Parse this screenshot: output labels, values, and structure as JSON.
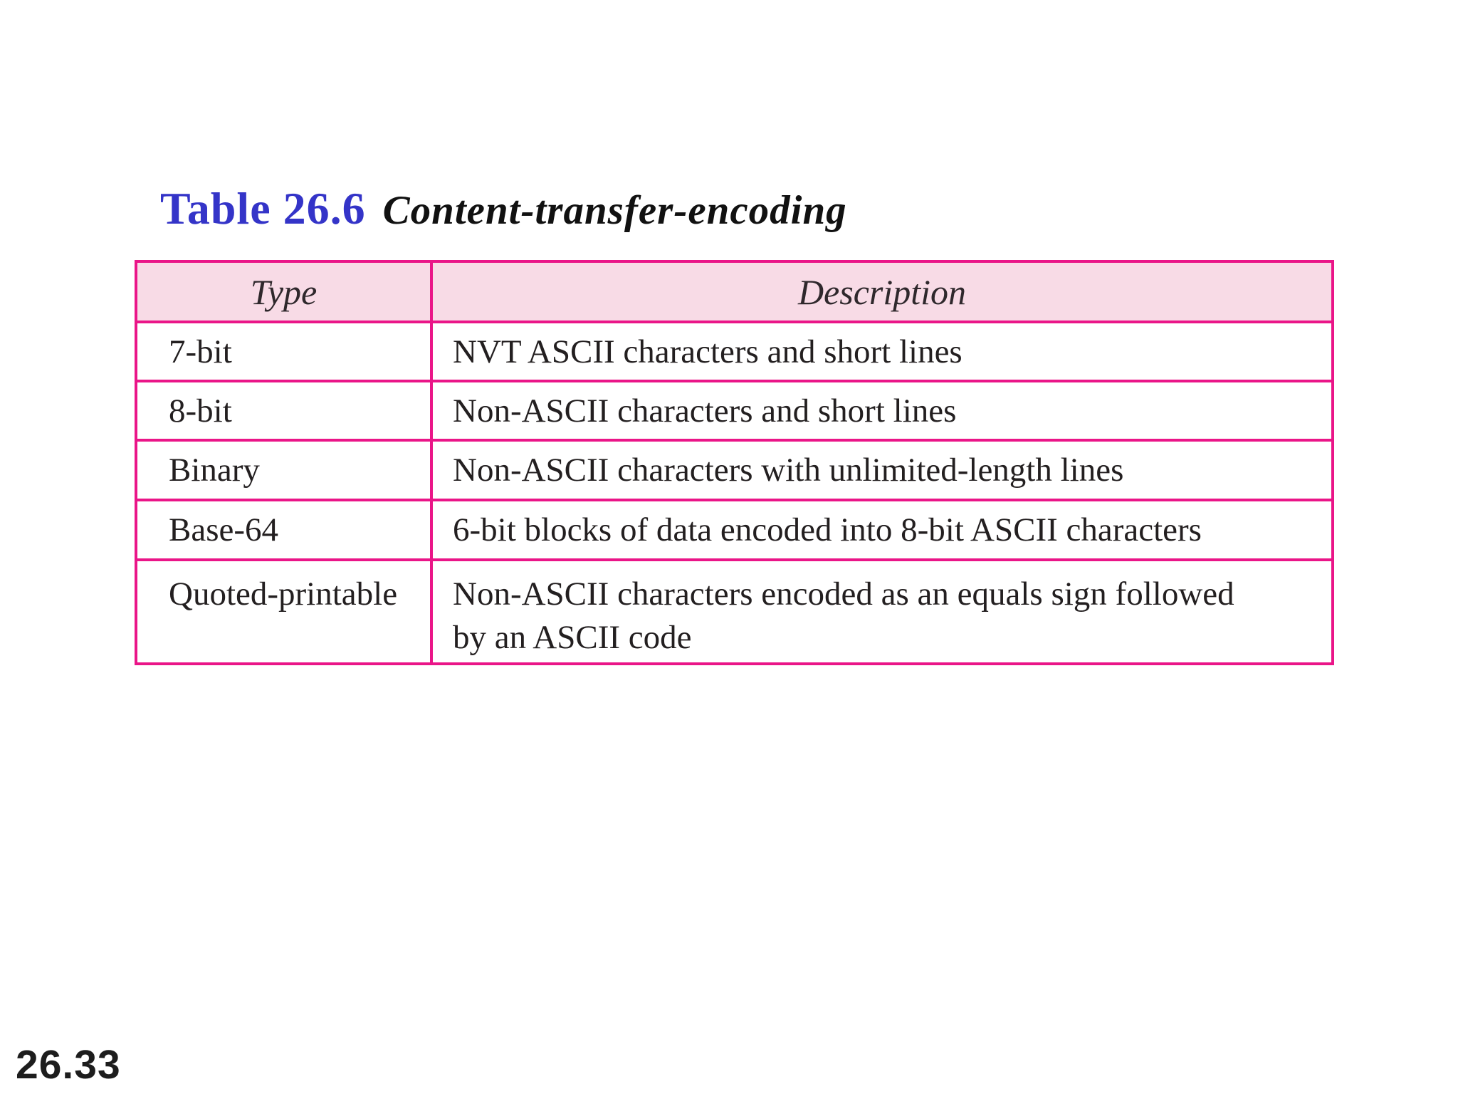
{
  "title": {
    "table_label": "Table 26.6",
    "table_title": "Content-transfer-encoding"
  },
  "table": {
    "columns": [
      "Type",
      "Description"
    ],
    "rows": [
      {
        "type": "7-bit",
        "description": "NVT ASCII characters and short lines"
      },
      {
        "type": "8-bit",
        "description": "Non-ASCII characters and short lines"
      },
      {
        "type": "Binary",
        "description": "Non-ASCII characters with unlimited-length lines"
      },
      {
        "type": "Base-64",
        "description": "6-bit blocks of data encoded into 8-bit ASCII characters"
      },
      {
        "type": "Quoted-printable",
        "description": "Non-ASCII characters encoded as an equals sign followed\nby an ASCII code"
      }
    ]
  },
  "footer": {
    "page_number": "26.33"
  },
  "colors": {
    "accent_blue": "#3434c8",
    "border_magenta": "#ea1588",
    "header_pink": "#f8dbe6",
    "body_text": "#231f20"
  }
}
